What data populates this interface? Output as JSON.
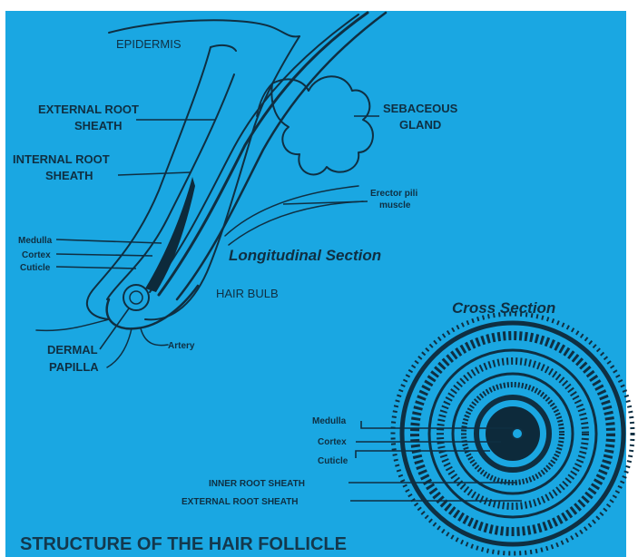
{
  "colors": {
    "background": "#1aa7e2",
    "ink": "#0f2f42",
    "border": "#ffffff"
  },
  "longitudinal": {
    "epidermis": "EPIDERMIS",
    "external_root_sheath": [
      "EXTERNAL ROOT",
      "SHEATH"
    ],
    "internal_root_sheath": [
      "INTERNAL ROOT",
      "SHEATH"
    ],
    "sebaceous_gland": [
      "SEBACEOUS",
      "GLAND"
    ],
    "erector_pili": [
      "Erector pili",
      "muscle"
    ],
    "medulla": "Medulla",
    "cortex": "Cortex",
    "cuticle": "Cuticle",
    "section_title": "Longitudinal Section",
    "hair_bulb": "HAIR BULB",
    "dermal_papilla": [
      "DERMAL",
      "PAPILLA"
    ],
    "artery": "Artery"
  },
  "cross": {
    "section_title": "Cross Section",
    "medulla": "Medulla",
    "cortex": "Cortex",
    "cuticle": "Cuticle",
    "inner_root_sheath": "INNER ROOT SHEATH",
    "external_root_sheath": "EXTERNAL ROOT SHEATH"
  },
  "figure_title": "STRUCTURE OF THE HAIR FOLLICLE"
}
